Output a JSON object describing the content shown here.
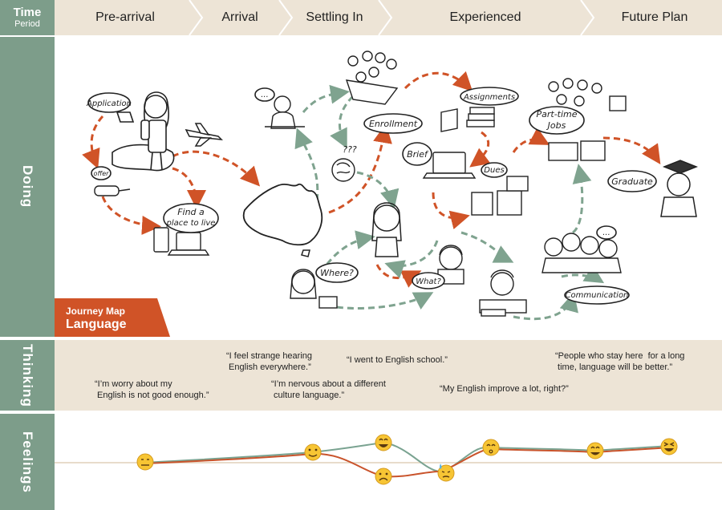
{
  "header": {
    "time_period": [
      "Time",
      "Period"
    ],
    "periods": [
      "Pre-arrival",
      "Arrival",
      "Settling In",
      "Experienced",
      "Future Plan"
    ]
  },
  "rows": {
    "doing": "Doing",
    "thinking": "Thinking",
    "feelings": "Feelings"
  },
  "journey_map": {
    "line1": "Journey Map",
    "line2": "Language"
  },
  "bubbles": {
    "application": "Application",
    "offer": "offer",
    "find_place": [
      "Find a",
      "place to live"
    ],
    "enrollment": "Enrollment",
    "assignments": "Assignments",
    "brief": "Brief",
    "dues": "Dues",
    "part_time": [
      "Part-time",
      "Jobs"
    ],
    "graduate": "Graduate",
    "where": "Where?",
    "what": "What?",
    "communication": "Communication",
    "question_marks": "???",
    "ellipsis": "..."
  },
  "thoughts": {
    "q1": "“I’m worry about my\n English is not good enough.”",
    "q2": "“I feel strange hearing\n English everywhere.”",
    "q3": "“I’m nervous about a different\n culture language.”",
    "q4": "“I went to English school.”",
    "q5": "“My English improve a lot, right?”",
    "q6": "“People who stay here  for a long\n time, language will be better.”"
  },
  "feelings": {
    "emojis": [
      "neutral",
      "slight-smile",
      "grin",
      "frown",
      "sweat-downcast",
      "kissing",
      "smile",
      "laughing"
    ]
  },
  "colors": {
    "accent_orange": "#d05327",
    "teal_arrow": "#7fa38f",
    "sidebar": "#7d9d8a",
    "band": "#ede4d6",
    "orange_line": "#c9532b",
    "green_line": "#7aa391"
  }
}
